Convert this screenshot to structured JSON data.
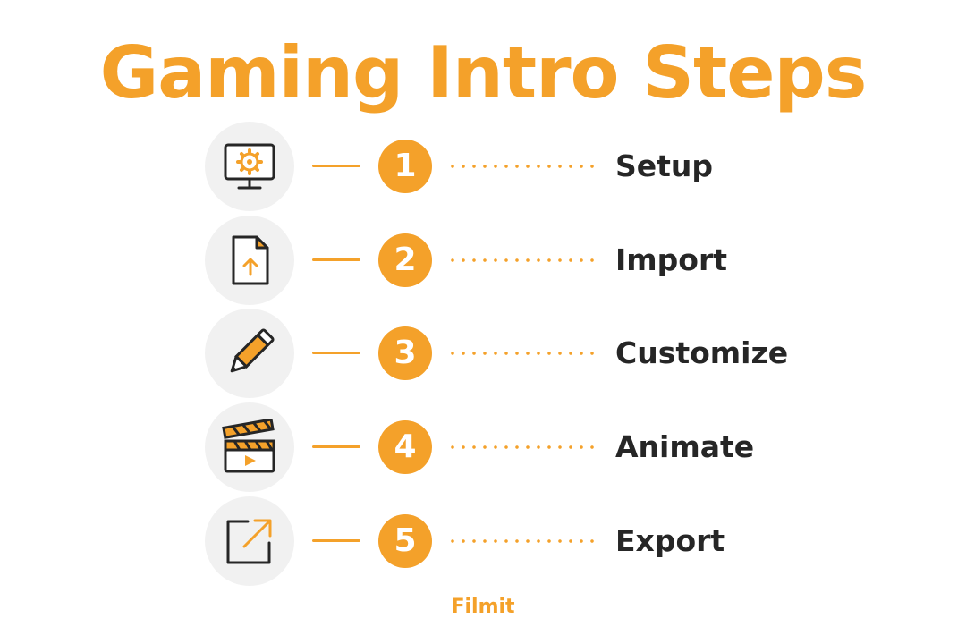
{
  "title": "Gaming Intro Steps",
  "colors": {
    "accent": "#f4a12a",
    "text": "#262626",
    "icon_bg": "#f1f1f1"
  },
  "steps": [
    {
      "number": "1",
      "label": "Setup",
      "icon": "monitor-gear-icon"
    },
    {
      "number": "2",
      "label": "Import",
      "icon": "file-upload-icon"
    },
    {
      "number": "3",
      "label": "Customize",
      "icon": "pencil-icon"
    },
    {
      "number": "4",
      "label": "Animate",
      "icon": "clapperboard-icon"
    },
    {
      "number": "5",
      "label": "Export",
      "icon": "external-link-icon"
    }
  ],
  "brand": "Filmit"
}
